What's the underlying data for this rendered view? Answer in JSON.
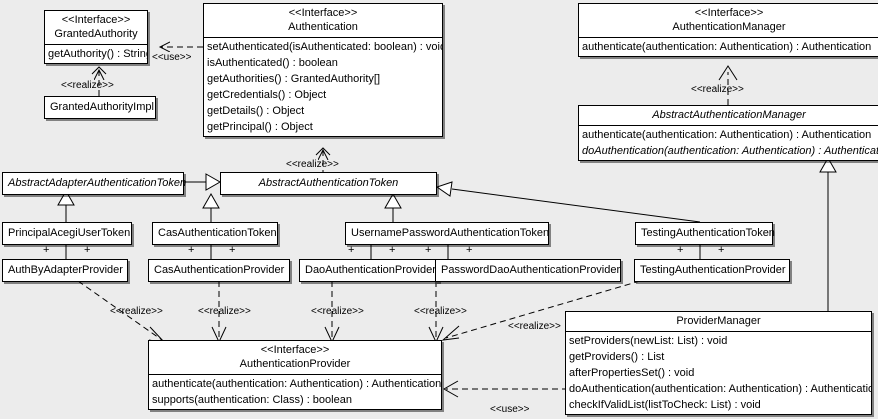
{
  "diagram": {
    "type": "uml-class-diagram",
    "background": "#ececec",
    "line_color": "#000000",
    "box_fill": "#ffffff"
  },
  "classes": {
    "granted_authority": {
      "stereotype": "<<Interface>>",
      "name": "GrantedAuthority",
      "methods": [
        "getAuthority() : String"
      ]
    },
    "granted_authority_impl": {
      "name": "GrantedAuthorityImpl",
      "methods": []
    },
    "authentication": {
      "stereotype": "<<Interface>>",
      "name": "Authentication",
      "methods": [
        "setAuthenticated(isAuthenticated: boolean) : void",
        "isAuthenticated() : boolean",
        "getAuthorities() : GrantedAuthority[]",
        "getCredentials() : Object",
        "getDetails() : Object",
        "getPrincipal() : Object"
      ]
    },
    "authentication_manager": {
      "stereotype": "<<Interface>>",
      "name": "AuthenticationManager",
      "methods": [
        "authenticate(authentication: Authentication) : Authentication"
      ]
    },
    "abstract_authentication_manager": {
      "name": "AbstractAuthenticationManager",
      "abstract": true,
      "methods": [
        "authenticate(authentication: Authentication) : Authentication",
        "doAuthentication(authentication: Authentication) : Authentication"
      ],
      "abstract_methods": [
        false,
        true
      ]
    },
    "abstract_adapter_authentication_token": {
      "name": "AbstractAdapterAuthenticationToken",
      "abstract": true,
      "methods": []
    },
    "abstract_authentication_token": {
      "name": "AbstractAuthenticationToken",
      "abstract": true,
      "methods": []
    },
    "principal_acegi_user_token": {
      "name": "PrincipalAcegiUserToken",
      "methods": []
    },
    "cas_authentication_token": {
      "name": "CasAuthenticationToken",
      "methods": []
    },
    "username_password_authentication_token": {
      "name": "UsernamePasswordAuthenticationToken",
      "methods": []
    },
    "testing_authentication_token": {
      "name": "TestingAuthenticationToken",
      "methods": []
    },
    "auth_by_adapter_provider": {
      "name": "AuthByAdapterProvider",
      "methods": []
    },
    "cas_authentication_provider": {
      "name": "CasAuthenticationProvider",
      "methods": []
    },
    "dao_authentication_provider": {
      "name": "DaoAuthenticationProvider",
      "methods": []
    },
    "password_dao_authentication_provider": {
      "name": "PasswordDaoAuthenticationProvider",
      "methods": []
    },
    "testing_authentication_provider": {
      "name": "TestingAuthenticationProvider",
      "methods": []
    },
    "authentication_provider": {
      "stereotype": "<<Interface>>",
      "name": "AuthenticationProvider",
      "methods": [
        "authenticate(authentication: Authentication) : Authentication",
        "supports(authentication: Class) : boolean"
      ]
    },
    "provider_manager": {
      "name": "ProviderManager",
      "methods": [
        "setProviders(newList: List) : void",
        "getProviders() : List",
        "afterPropertiesSet() : void",
        "doAuthentication(authentication: Authentication) : Authentication",
        "checkIfValidList(listToCheck: List) : void"
      ]
    }
  },
  "edge_labels": {
    "use_authentication_granted": "<<use>>",
    "realize_granted_impl": "<<realize>>",
    "realize_authentication_token": "<<realize>>",
    "realize_authentication_manager": "<<realize>>",
    "realize_auth_by_adapter": "<<realize>>",
    "realize_cas_provider": "<<realize>>",
    "realize_dao_provider": "<<realize>>",
    "realize_password_dao_provider": "<<realize>>",
    "realize_testing_provider": "<<realize>>",
    "use_provider_manager": "<<use>>"
  },
  "multiplicities": {
    "plus": "+"
  }
}
